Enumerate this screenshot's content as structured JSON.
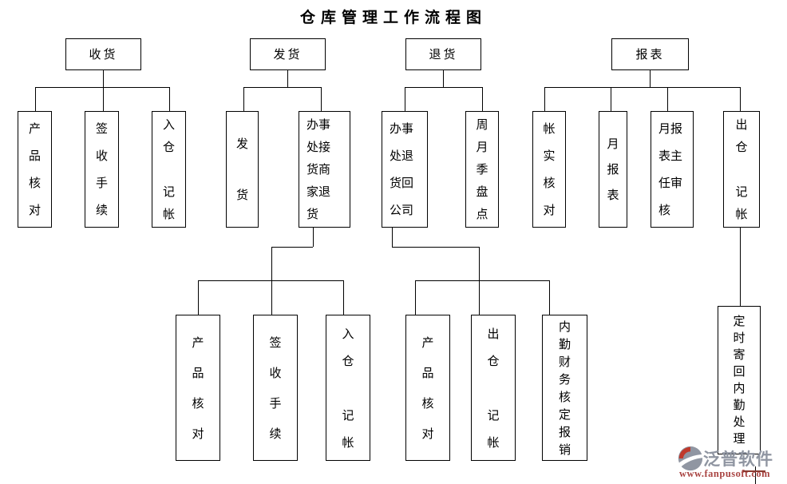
{
  "title": "仓库管理工作流程图",
  "watermark": {
    "brand": "泛普软件",
    "url": "www.fanpusoft.com"
  },
  "diagram": {
    "nodes": [
      {
        "id": "shouhuo",
        "level": 1,
        "label": "收货",
        "lines": [
          "收货"
        ]
      },
      {
        "id": "fahuo",
        "level": 1,
        "label": "发货",
        "lines": [
          "发货"
        ]
      },
      {
        "id": "tuihuo",
        "level": 1,
        "label": "退货",
        "lines": [
          "退货"
        ]
      },
      {
        "id": "baobiao",
        "level": 1,
        "label": "报表",
        "lines": [
          "报表"
        ]
      },
      {
        "id": "a1",
        "level": 2,
        "label": "产品核对",
        "lines": [
          "产",
          "品",
          "核",
          "对"
        ]
      },
      {
        "id": "a2",
        "level": 2,
        "label": "签收手续",
        "lines": [
          "签",
          "收",
          "手",
          "续"
        ]
      },
      {
        "id": "a3",
        "level": 2,
        "label": "入仓 记帐",
        "lines": [
          "入",
          "仓",
          "",
          "记",
          "帐"
        ]
      },
      {
        "id": "b1",
        "level": 2,
        "label": "发 货",
        "lines": [
          "发",
          "",
          "货"
        ]
      },
      {
        "id": "b2",
        "level": 2,
        "label": "办事处接货商家退货",
        "lines": [
          "办事",
          "处接",
          "货商",
          "家退",
          "货"
        ]
      },
      {
        "id": "c1",
        "level": 2,
        "label": "办事处退货回公司",
        "lines": [
          "办事",
          "处退",
          "货回",
          "公司"
        ]
      },
      {
        "id": "c2",
        "level": 2,
        "label": "周月季盘点",
        "lines": [
          "周",
          "月",
          "季",
          "盘",
          "点"
        ]
      },
      {
        "id": "d1",
        "level": 2,
        "label": "帐实核对",
        "lines": [
          "帐",
          "实",
          "核",
          "对"
        ]
      },
      {
        "id": "d2",
        "level": 2,
        "label": "月报表",
        "lines": [
          "月",
          "报",
          "表"
        ]
      },
      {
        "id": "d3",
        "level": 2,
        "label": "月报表主任审核",
        "lines": [
          "月报",
          "表主",
          "任审",
          "核"
        ]
      },
      {
        "id": "d4",
        "level": 2,
        "label": "出仓 记帐",
        "lines": [
          "出",
          "仓",
          "",
          "记",
          "帐"
        ]
      },
      {
        "id": "e1",
        "level": 3,
        "label": "产品核对",
        "lines": [
          "产",
          "品",
          "核",
          "对"
        ]
      },
      {
        "id": "e2",
        "level": 3,
        "label": "签收手续",
        "lines": [
          "签",
          "收",
          "手",
          "续"
        ]
      },
      {
        "id": "e3",
        "level": 3,
        "label": "入仓 记帐",
        "lines": [
          "入",
          "仓",
          "",
          "记",
          "帐"
        ]
      },
      {
        "id": "f1",
        "level": 3,
        "label": "产品核对",
        "lines": [
          "产",
          "品",
          "核",
          "对"
        ]
      },
      {
        "id": "f2",
        "level": 3,
        "label": "出仓 记帐",
        "lines": [
          "出",
          "仓",
          "",
          "记",
          "帐"
        ]
      },
      {
        "id": "f3",
        "level": 3,
        "label": "内勤财务核定报销",
        "lines": [
          "内",
          "勤",
          "财",
          "务",
          "核",
          "定",
          "报",
          "销"
        ]
      },
      {
        "id": "g1",
        "level": 3,
        "label": "定时寄回内勤处理",
        "lines": [
          "定",
          "时",
          "寄",
          "回",
          "内",
          "勤",
          "处",
          "理"
        ]
      }
    ],
    "edges": [
      {
        "from": "shouhuo",
        "to": "a1"
      },
      {
        "from": "shouhuo",
        "to": "a2"
      },
      {
        "from": "shouhuo",
        "to": "a3"
      },
      {
        "from": "fahuo",
        "to": "b1"
      },
      {
        "from": "fahuo",
        "to": "b2"
      },
      {
        "from": "b2",
        "to": "e1"
      },
      {
        "from": "b2",
        "to": "e2"
      },
      {
        "from": "b2",
        "to": "e3"
      },
      {
        "from": "tuihuo",
        "to": "c1"
      },
      {
        "from": "tuihuo",
        "to": "c2"
      },
      {
        "from": "c1",
        "to": "f1"
      },
      {
        "from": "c1",
        "to": "f2"
      },
      {
        "from": "c1",
        "to": "f3"
      },
      {
        "from": "baobiao",
        "to": "d1"
      },
      {
        "from": "baobiao",
        "to": "d2"
      },
      {
        "from": "baobiao",
        "to": "d3"
      },
      {
        "from": "baobiao",
        "to": "d4"
      },
      {
        "from": "d4",
        "to": "g1"
      }
    ]
  }
}
